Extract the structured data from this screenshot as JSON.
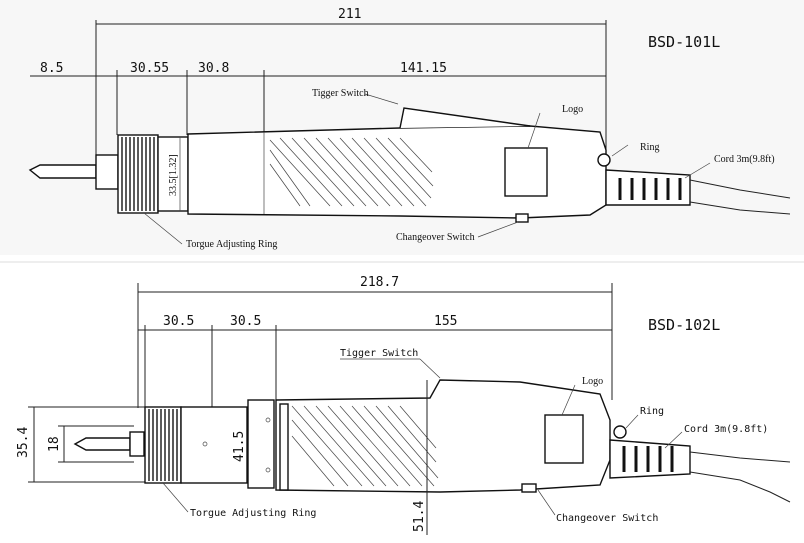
{
  "diagram_top": {
    "model": "BSD-101L",
    "dims": {
      "overall": "211",
      "d1": "8.5",
      "d2": "30.55",
      "d3": "30.8",
      "d4": "141.15",
      "height": "33.5[1.32]"
    },
    "labels": {
      "trigger": "Tigger Switch",
      "logo": "Logo",
      "ring": "Ring",
      "cord": "Cord 3m(9.8ft)",
      "torque": "Torgue Adjusting Ring",
      "changeover": "Changeover Switch"
    }
  },
  "diagram_bottom": {
    "model": "BSD-102L",
    "dims": {
      "overall": "218.7",
      "d1": "30.5",
      "d2": "30.5",
      "d3": "155",
      "h1": "35.4",
      "h2": "18",
      "h3": "41.5",
      "h4": "51.4"
    },
    "labels": {
      "trigger": "Tigger Switch",
      "logo": "Logo",
      "ring": "Ring",
      "cord": "Cord 3m(9.8ft)",
      "torque": "Torgue Adjusting Ring",
      "changeover": "Changeover Switch"
    }
  }
}
